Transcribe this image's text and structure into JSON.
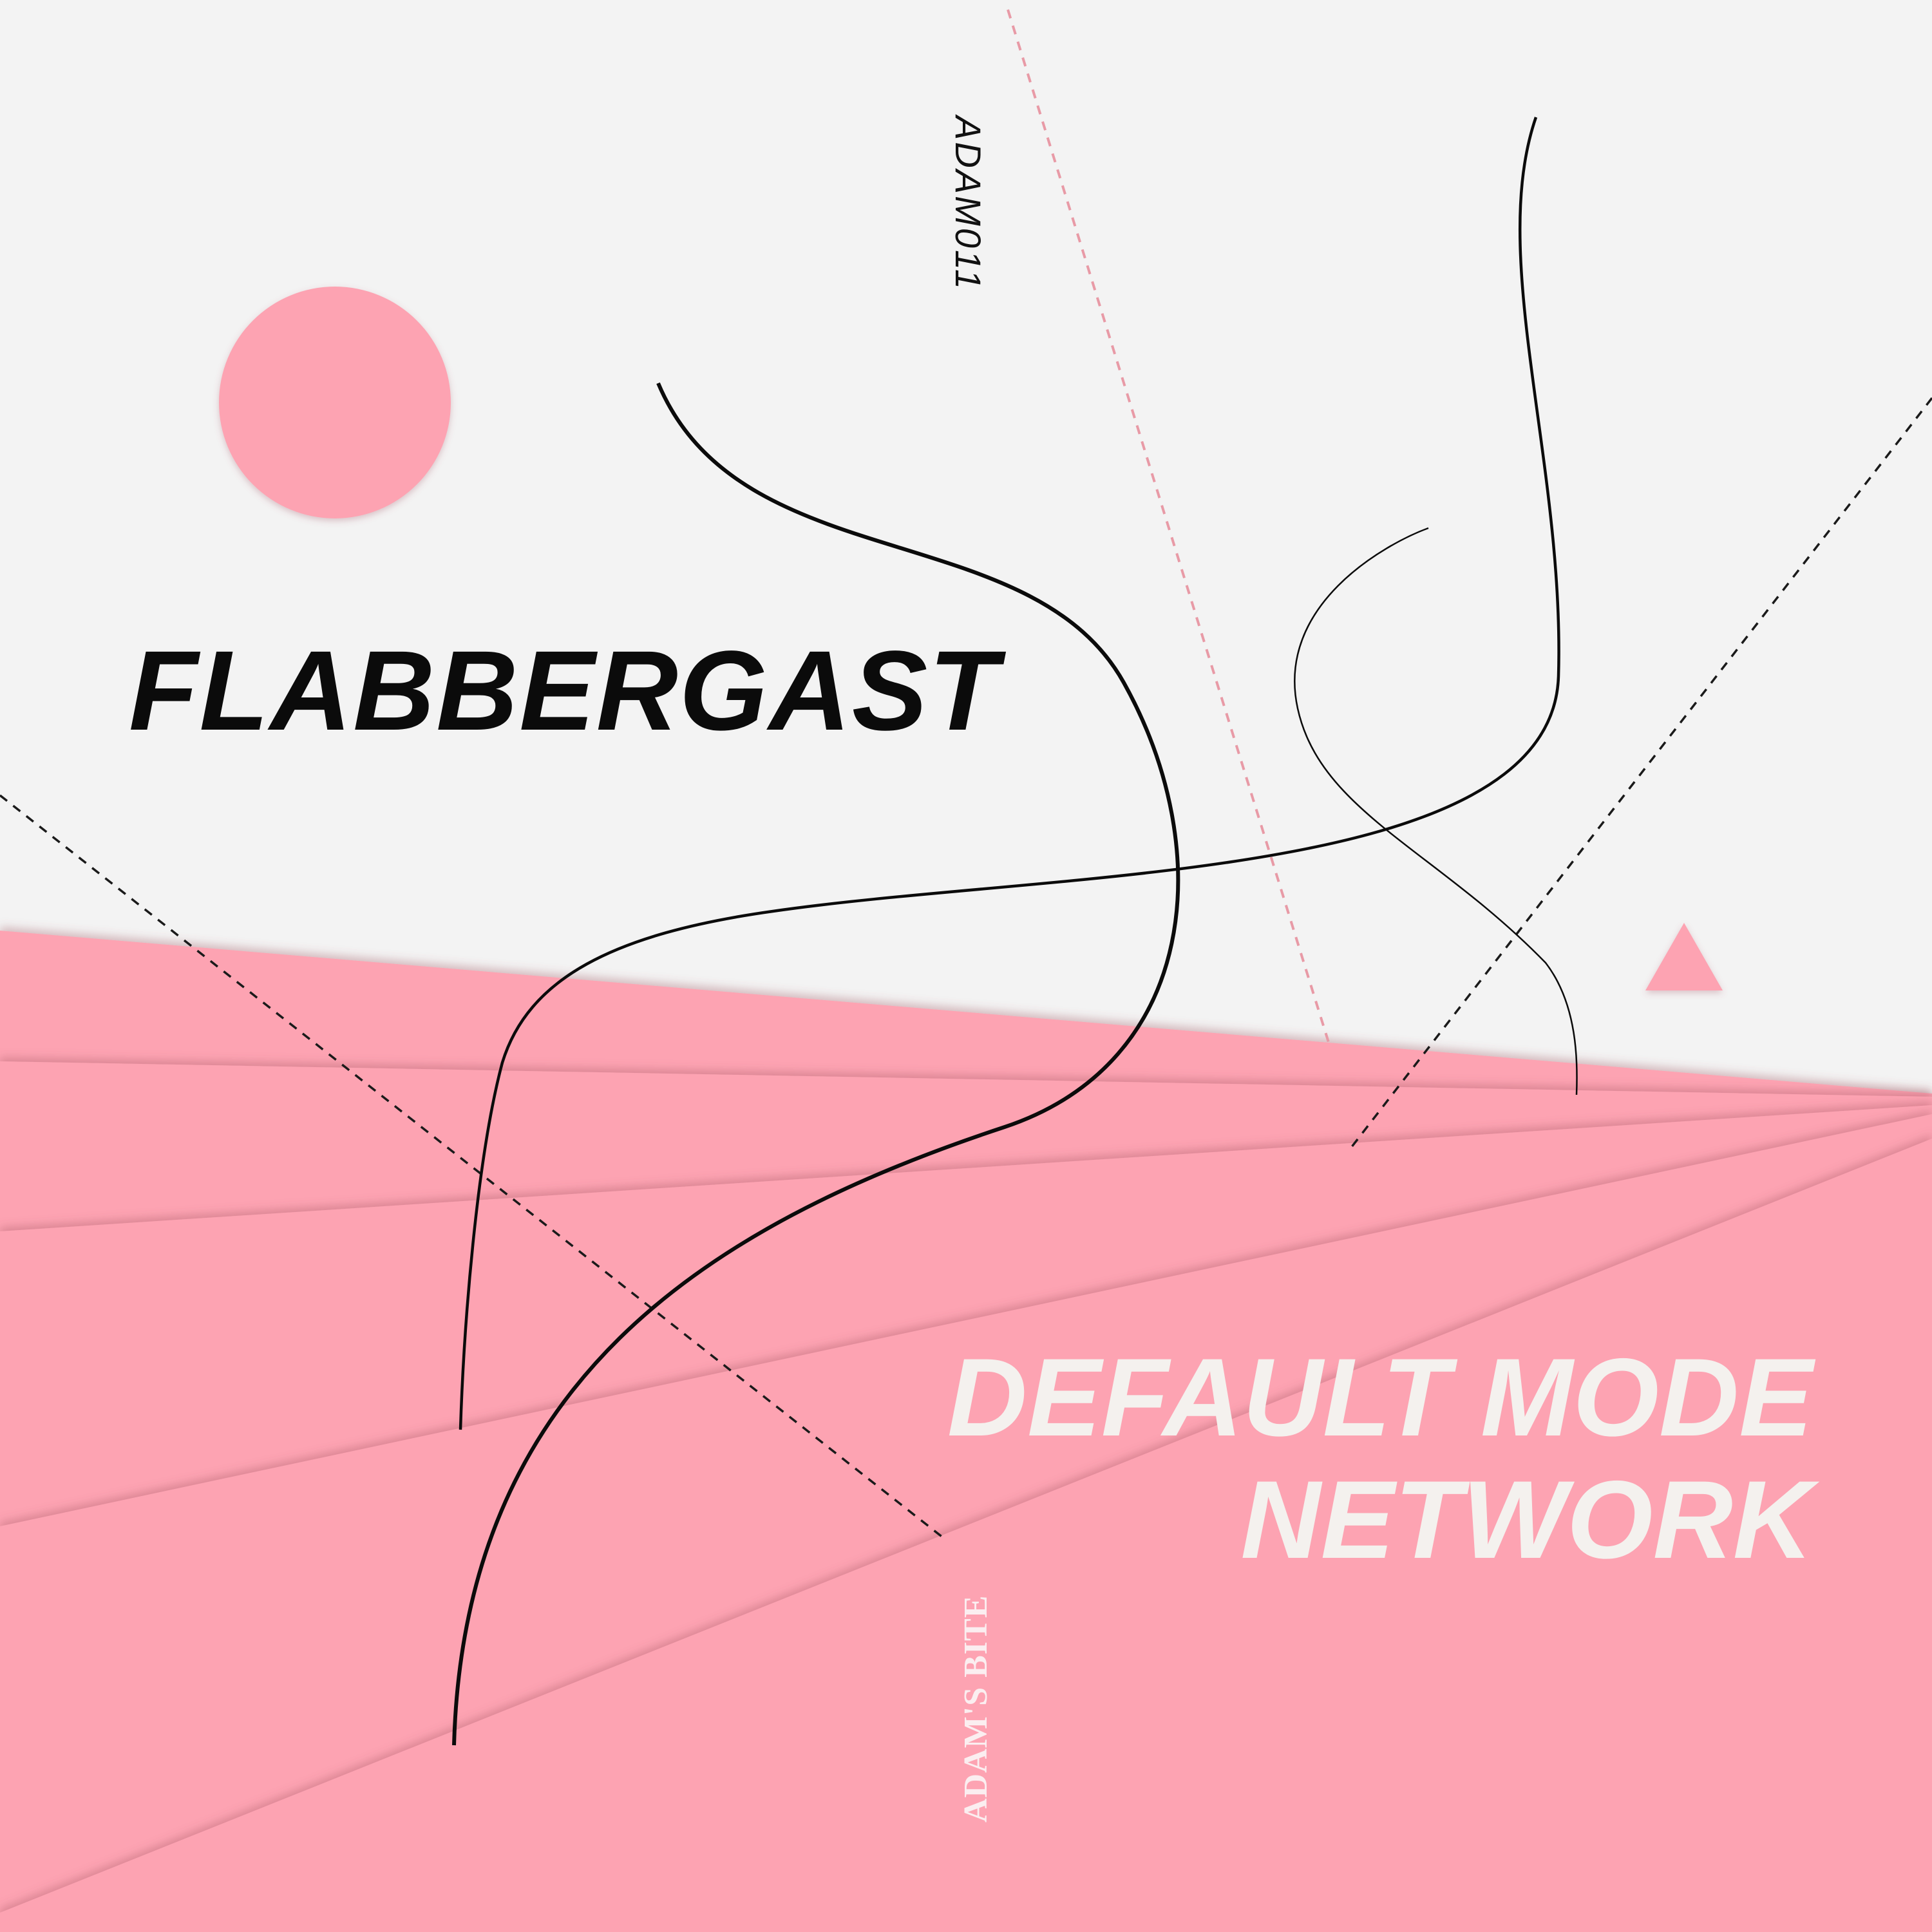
{
  "cover": {
    "artist": "FLABBERGAST",
    "title_line1": "DEFAULT MODE",
    "title_line2": "NETWORK",
    "catalog_number": "ADAM011",
    "label": "ADAM'S BITE"
  },
  "colors": {
    "background": "#f3f3f3",
    "pink": "#fda3b2",
    "pink_shadow": "#e48a99",
    "ink": "#0b0b0b",
    "light_text": "#f4f1ee"
  }
}
